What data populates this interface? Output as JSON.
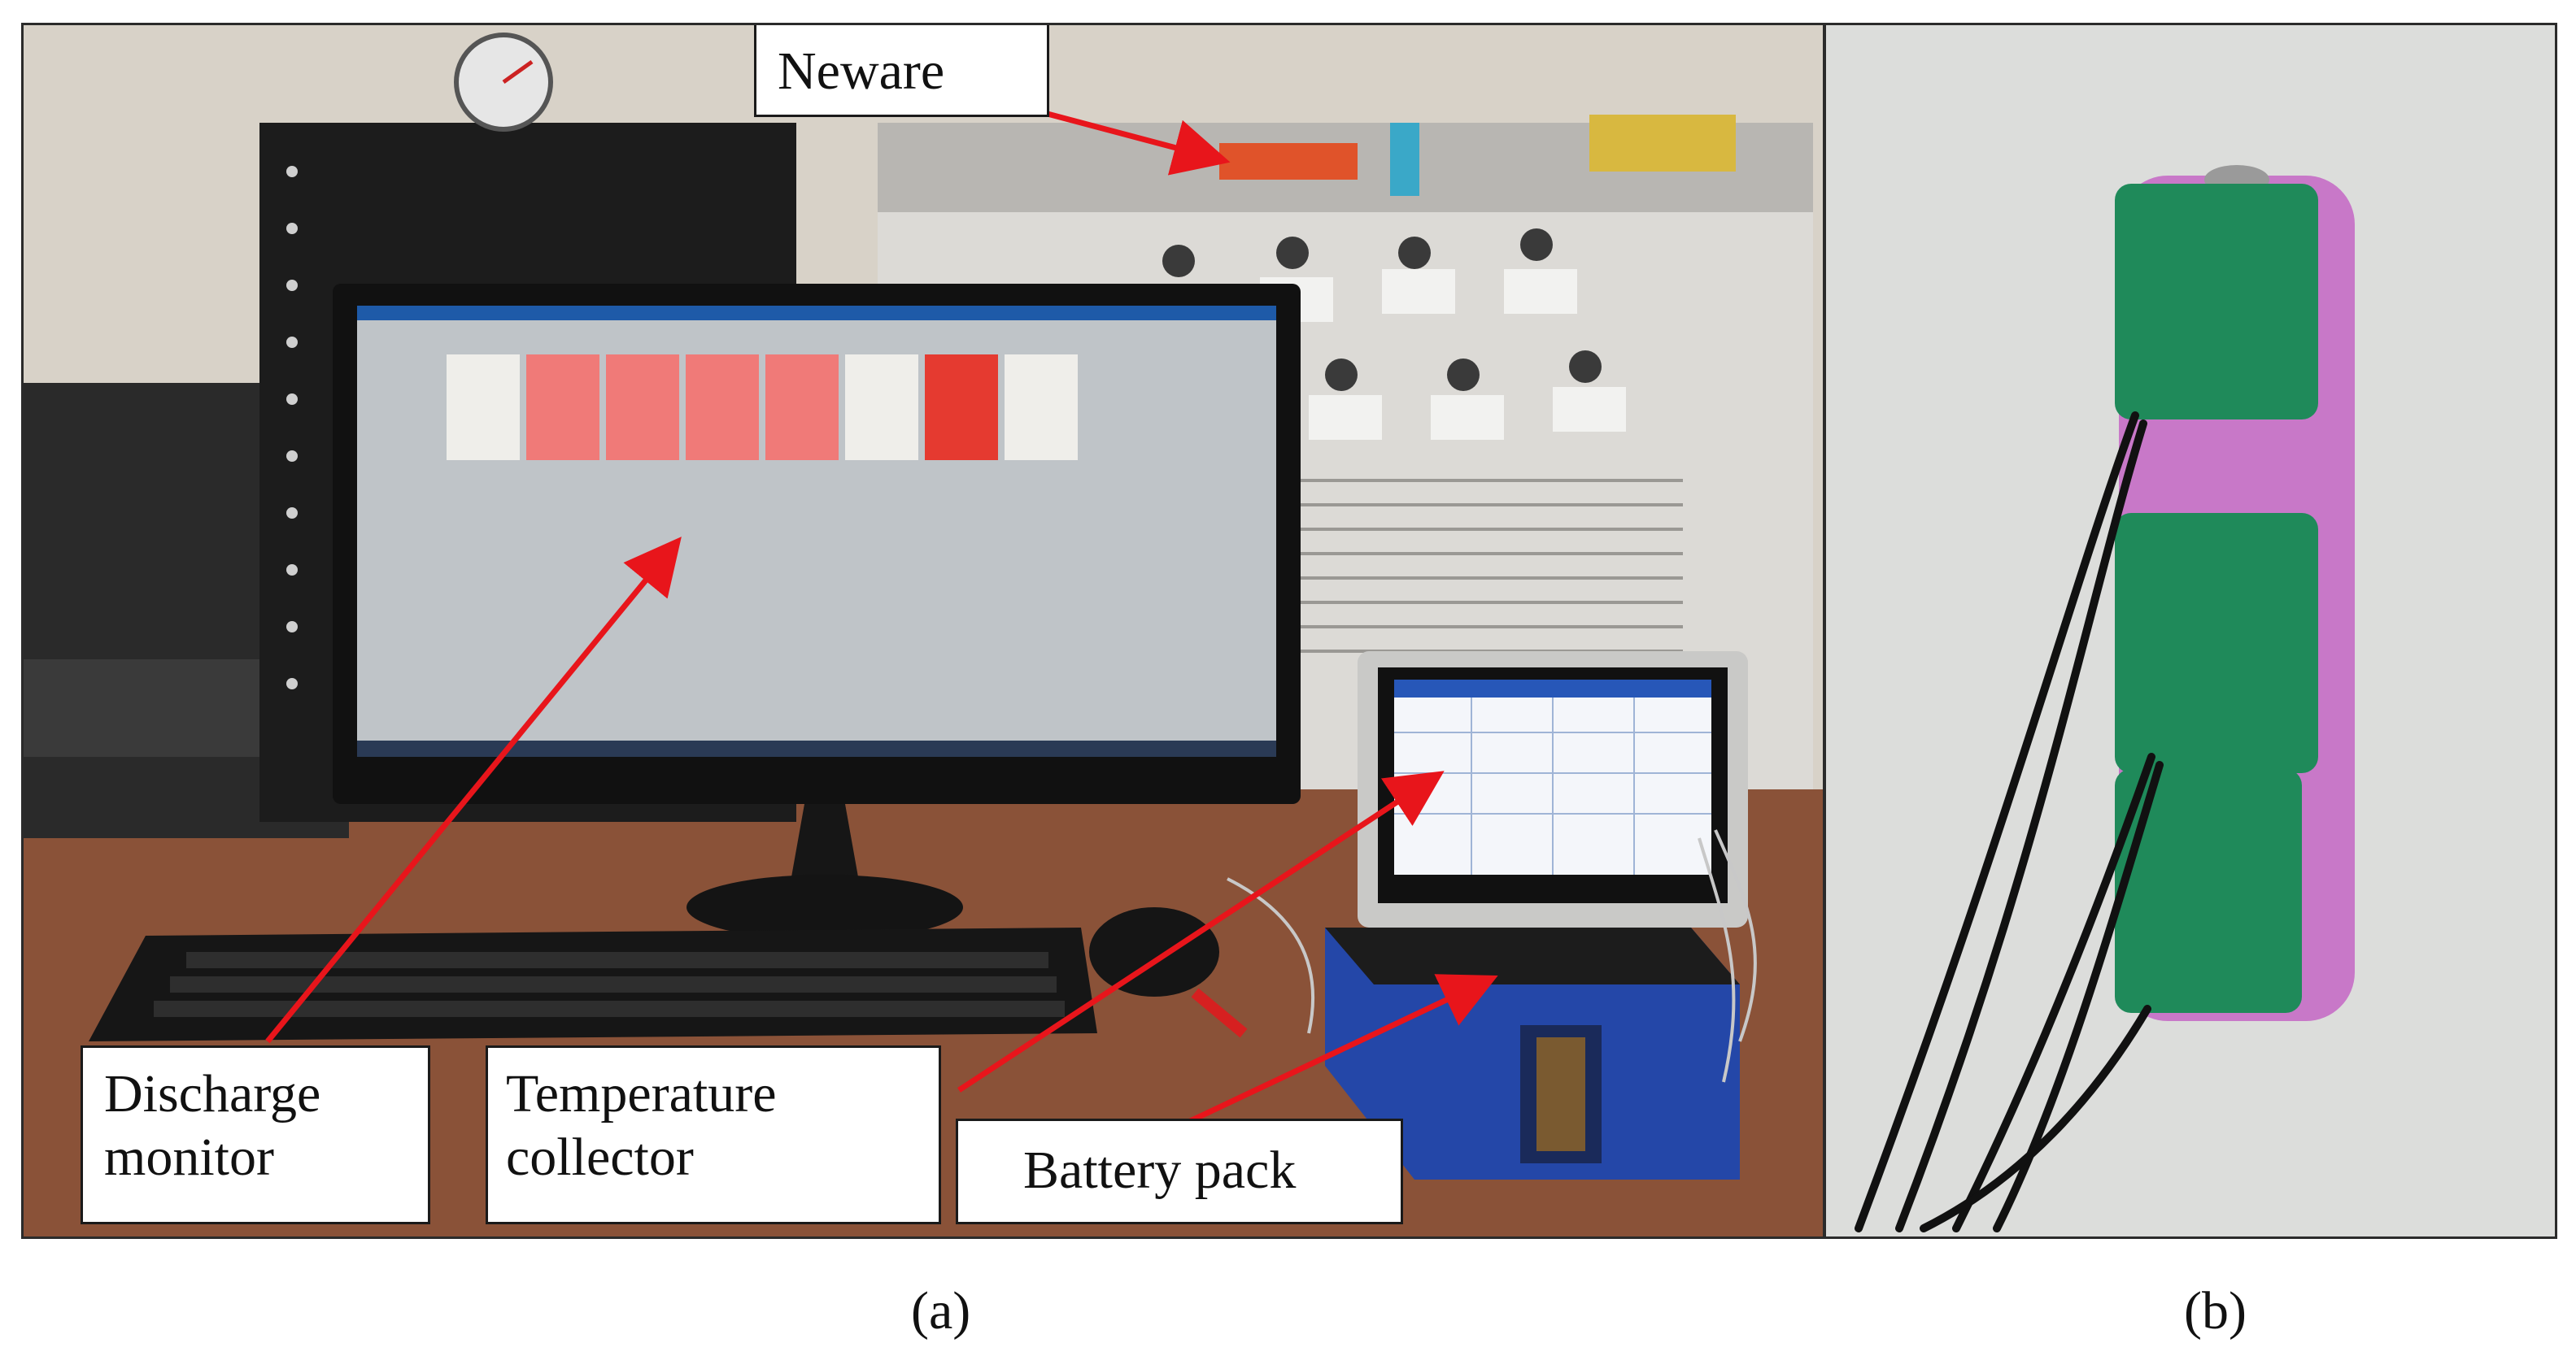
{
  "figure": {
    "panel_a": {
      "labels": {
        "neware": "Neware",
        "discharge_monitor_line1": "Discharge",
        "discharge_monitor_line2": "monitor",
        "temperature_collector_line1": "Temperature",
        "temperature_collector_line2": "collector",
        "battery_pack": "Battery pack"
      },
      "caption": "(a)"
    },
    "panel_b": {
      "caption": "(b)"
    },
    "colors": {
      "arrow": "#e8151b",
      "cell_purple": "#c878c8",
      "tape_green": "#1f8a5a",
      "pack_blue": "#2447a8",
      "screen_red": "#f07a78"
    }
  }
}
